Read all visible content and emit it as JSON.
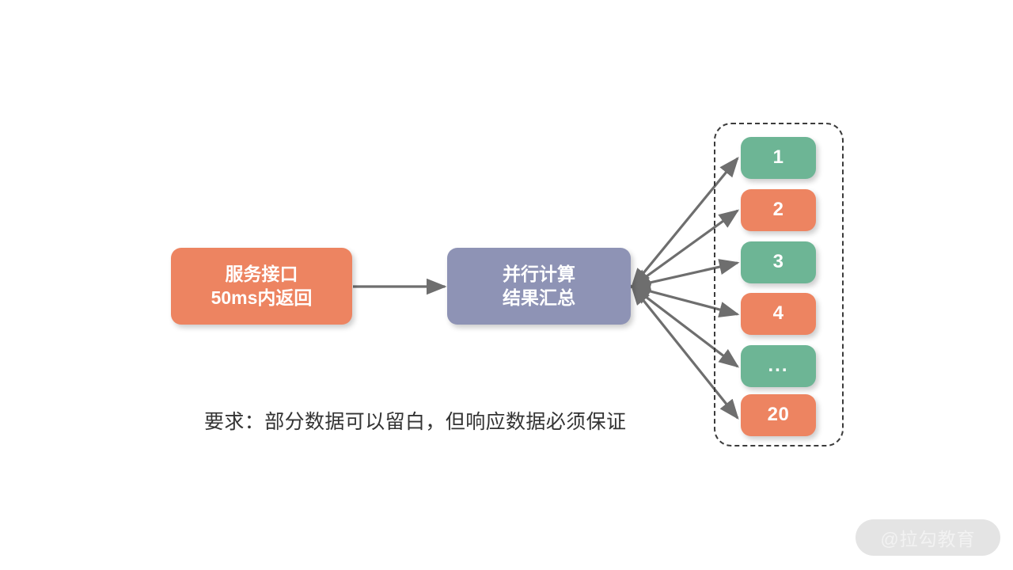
{
  "background_color": "#ffffff",
  "diagram": {
    "type": "flow-diagram",
    "nodes": {
      "service": {
        "name": "service-interface-node",
        "line1": "服务接口",
        "line2": "50ms内返回",
        "color": "#ED8461",
        "text_color": "#ffffff"
      },
      "aggregate": {
        "name": "parallel-compute-node",
        "line1": "并行计算",
        "line2": "结果汇总",
        "color": "#8E93B5",
        "text_color": "#ffffff"
      }
    },
    "shard_group": {
      "name": "shard-group",
      "border_style": "dashed",
      "border_color": "#3b3b3b",
      "items": [
        {
          "label": "1",
          "color": "#6DB595",
          "variant": "green"
        },
        {
          "label": "2",
          "color": "#ED8461",
          "variant": "orange"
        },
        {
          "label": "3",
          "color": "#6DB595",
          "variant": "green"
        },
        {
          "label": "4",
          "color": "#ED8461",
          "variant": "orange"
        },
        {
          "label": "...",
          "color": "#6DB595",
          "variant": "green"
        },
        {
          "label": "20",
          "color": "#ED8461",
          "variant": "orange"
        }
      ]
    },
    "connectors": {
      "main_arrow": {
        "name": "service-to-aggregate-arrow",
        "from": "service",
        "to": "aggregate",
        "color": "#6E6E6E"
      },
      "fan_out": {
        "name": "aggregate-to-shards-arrows",
        "count": 6,
        "color": "#6E6E6E",
        "direction": "bidirectional-fan"
      }
    }
  },
  "caption": {
    "text": "要求：部分数据可以留白，但响应数据必须保证",
    "color": "#333333"
  },
  "watermark": {
    "text": "@拉勾教育",
    "background": "#E4E4E4",
    "text_color": "#F2F2F2"
  }
}
